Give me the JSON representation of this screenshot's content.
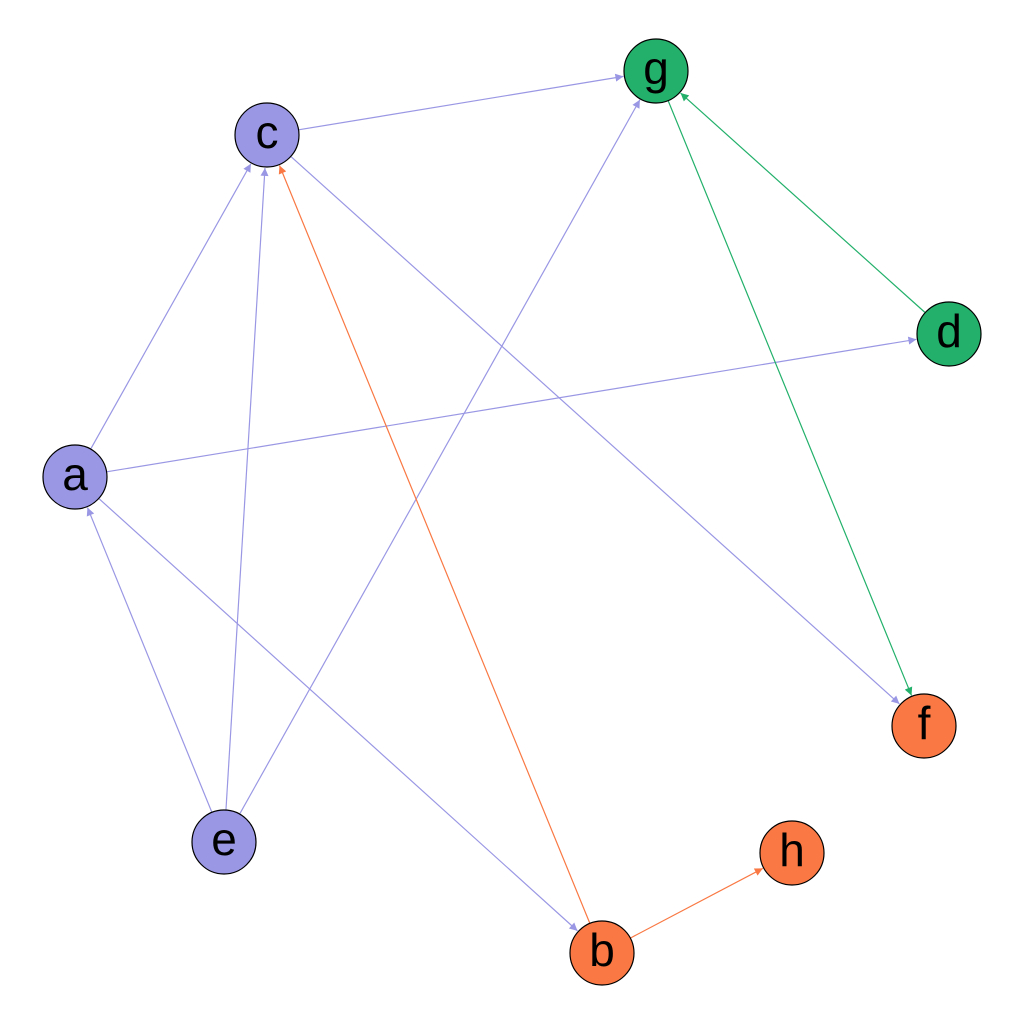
{
  "graph": {
    "type": "directed",
    "colors": {
      "purple": "#9a97e4",
      "green": "#22b06a",
      "orange": "#f97843"
    },
    "nodes": [
      {
        "id": "a",
        "label": "a",
        "group": "purple"
      },
      {
        "id": "b",
        "label": "b",
        "group": "orange"
      },
      {
        "id": "c",
        "label": "c",
        "group": "purple"
      },
      {
        "id": "d",
        "label": "d",
        "group": "green"
      },
      {
        "id": "e",
        "label": "e",
        "group": "purple"
      },
      {
        "id": "f",
        "label": "f",
        "group": "orange"
      },
      {
        "id": "g",
        "label": "g",
        "group": "green"
      },
      {
        "id": "h",
        "label": "h",
        "group": "orange"
      }
    ],
    "edges": [
      {
        "from": "a",
        "to": "c",
        "color": "purple"
      },
      {
        "from": "a",
        "to": "d",
        "color": "purple"
      },
      {
        "from": "a",
        "to": "b",
        "color": "purple"
      },
      {
        "from": "e",
        "to": "a",
        "color": "purple"
      },
      {
        "from": "e",
        "to": "c",
        "color": "purple"
      },
      {
        "from": "e",
        "to": "g",
        "color": "purple"
      },
      {
        "from": "c",
        "to": "g",
        "color": "purple"
      },
      {
        "from": "c",
        "to": "f",
        "color": "purple"
      },
      {
        "from": "b",
        "to": "c",
        "color": "orange"
      },
      {
        "from": "b",
        "to": "h",
        "color": "orange"
      },
      {
        "from": "d",
        "to": "g",
        "color": "green"
      },
      {
        "from": "g",
        "to": "f",
        "color": "green"
      }
    ]
  }
}
